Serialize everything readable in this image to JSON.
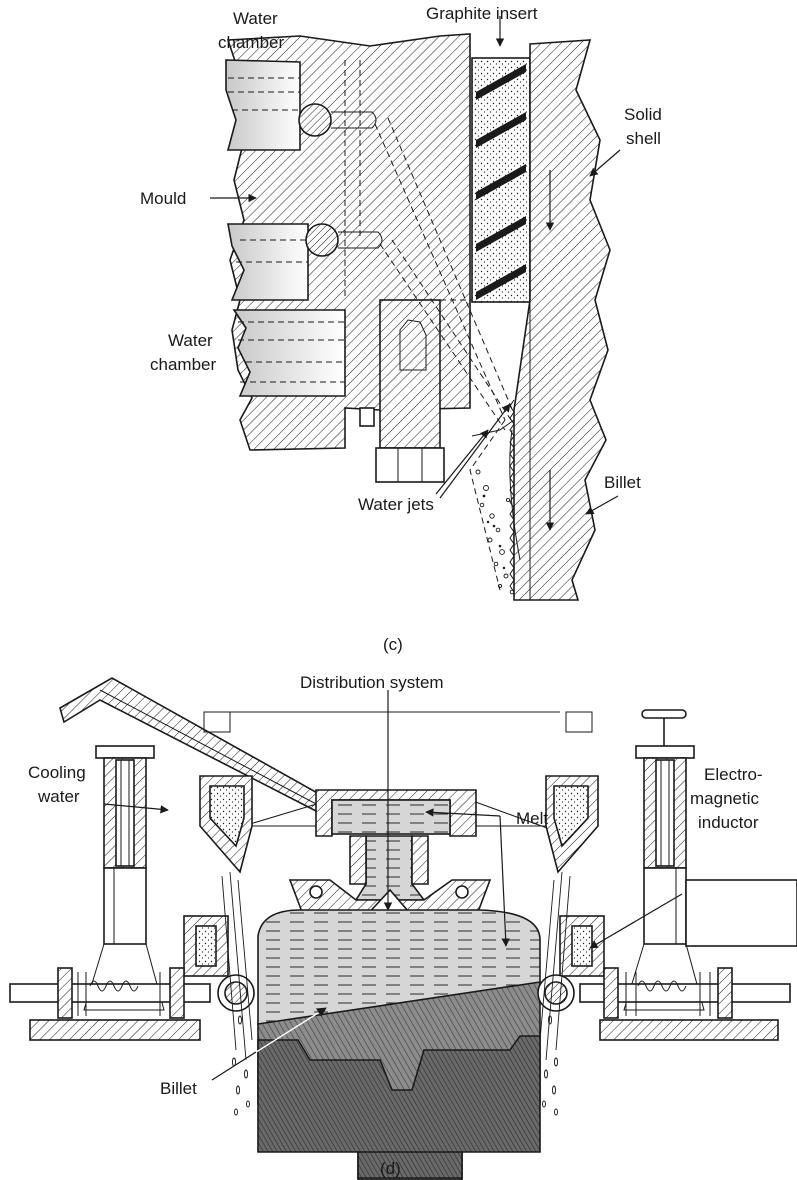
{
  "panel_c": {
    "caption": "(c)",
    "labels": {
      "water_chamber_top_1": "Water",
      "water_chamber_top_2": "chamber",
      "graphite_insert": "Graphite insert",
      "solid_shell_1": "Solid",
      "solid_shell_2": "shell",
      "mould": "Mould",
      "water_chamber_bottom_1": "Water",
      "water_chamber_bottom_2": "chamber",
      "billet": "Billet",
      "water_jets": "Water jets"
    }
  },
  "panel_d": {
    "caption": "(d)",
    "labels": {
      "distribution_system": "Distribution system",
      "cooling_water_1": "Cooling",
      "cooling_water_2": "water",
      "melt": "Melt",
      "electromagnetic_1": "Electro-",
      "electromagnetic_2": "magnetic",
      "electromagnetic_3": "inductor",
      "billet": "Billet"
    }
  },
  "colors": {
    "ink": "#1a1a1a",
    "melt_gray": "#d6d6d6",
    "billet_gray": "#8c8c8c"
  }
}
